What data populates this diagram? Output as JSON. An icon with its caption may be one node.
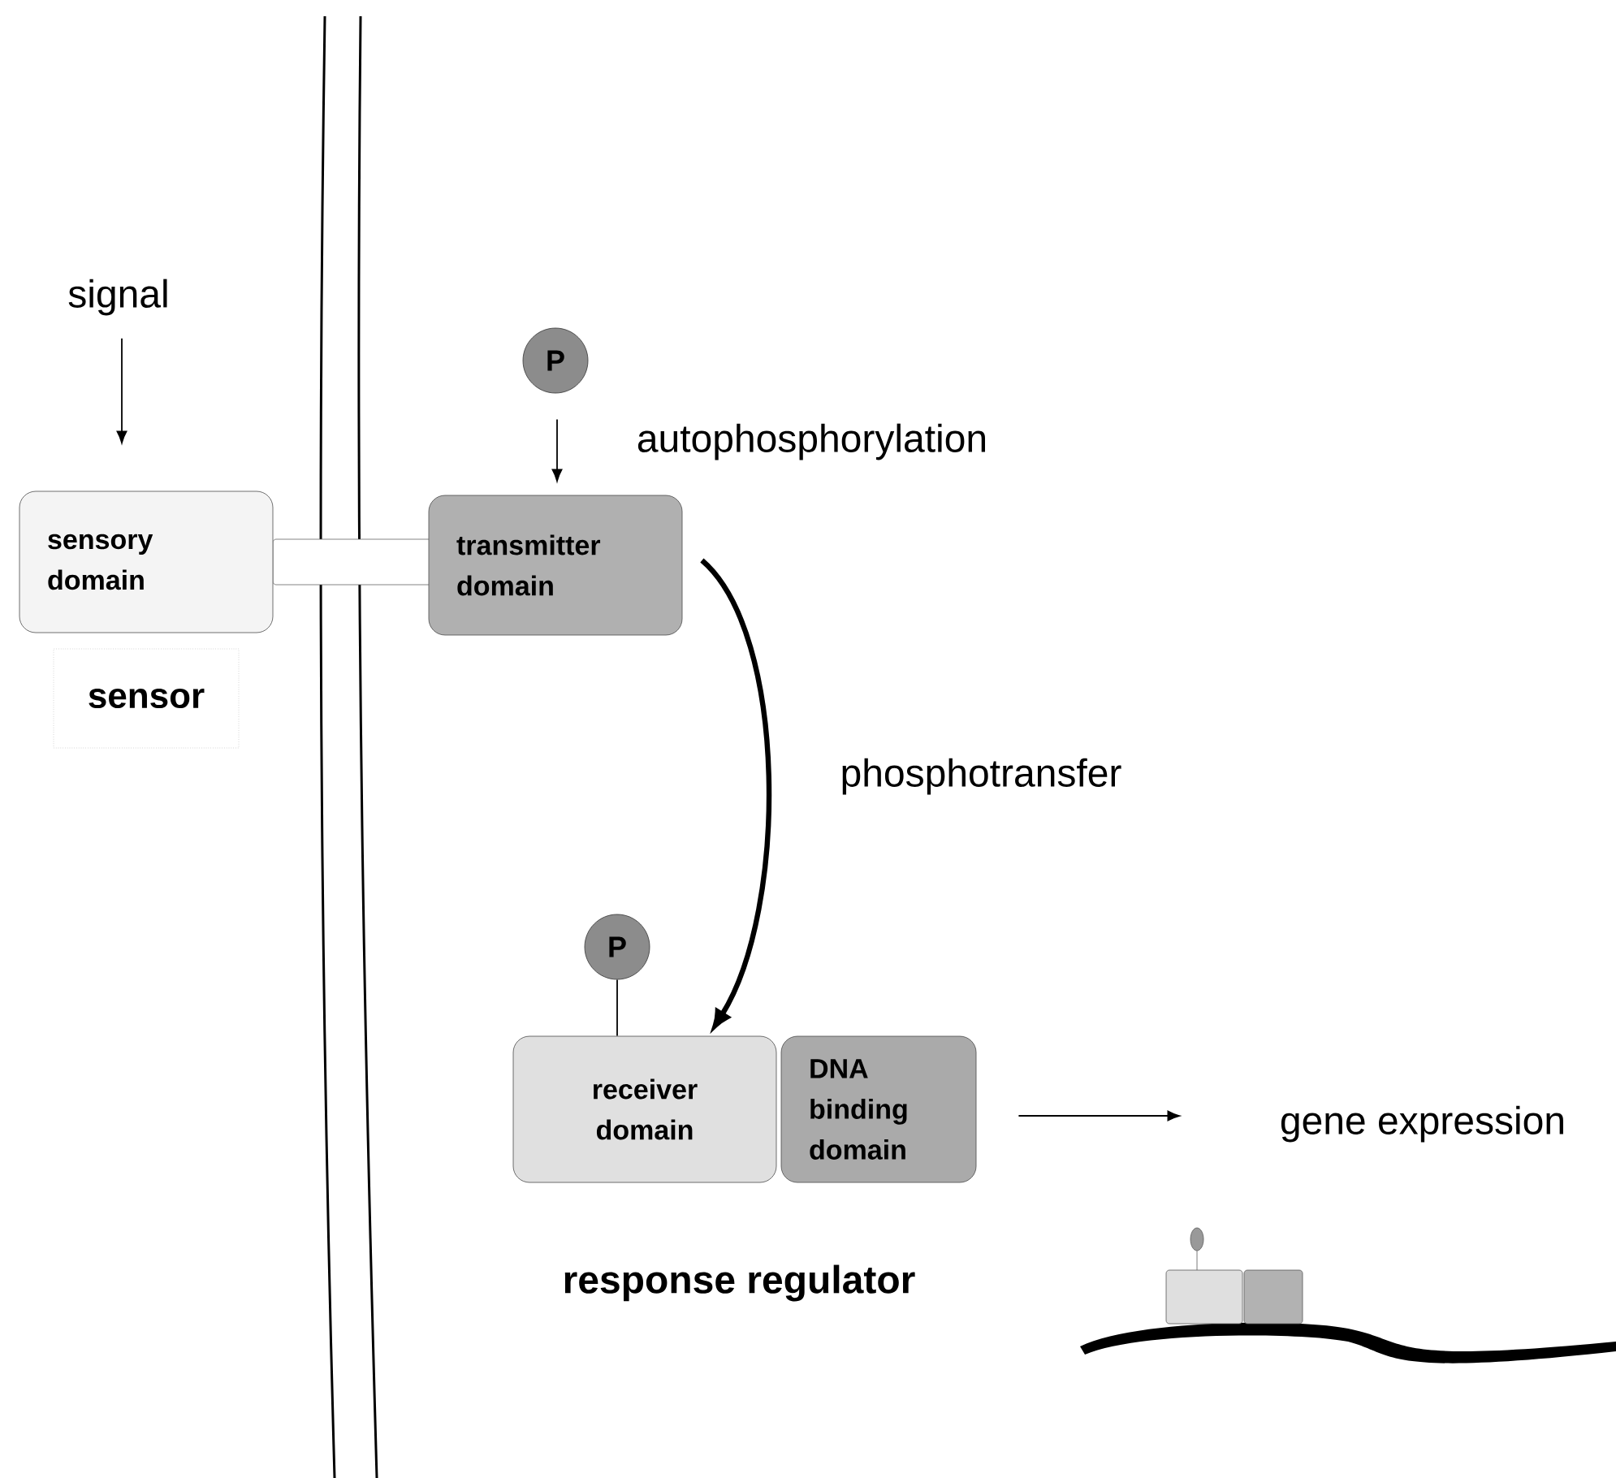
{
  "diagram": {
    "nodes": [
      {
        "text": [
          "signal"
        ]
      },
      {
        "text": [
          "sensory domain"
        ]
      },
      {
        "text": [
          "sensor"
        ]
      },
      {
        "text": [
          "P"
        ]
      },
      {
        "text": [
          "transmitter domain"
        ]
      },
      {
        "text": [
          "P"
        ]
      },
      {
        "text": [
          "receiver domain"
        ]
      },
      {
        "text": [
          "DNA binding domain"
        ]
      },
      {
        "text": [
          "gene expression"
        ]
      }
    ],
    "edges": [
      {
        "from": 0,
        "to": 1,
        "arrow": "to"
      },
      {
        "from": 3,
        "to": 4,
        "arrow": "to",
        "label": "autophosphorylation"
      },
      {
        "from": 4,
        "to": 6,
        "arrow": "to",
        "label": "phosphotransfer",
        "style": "thick"
      },
      {
        "from": 5,
        "to": 6,
        "arrow": "none"
      },
      {
        "from": 7,
        "to": 8,
        "arrow": "to"
      }
    ],
    "labels": [
      "response regulator"
    ]
  }
}
